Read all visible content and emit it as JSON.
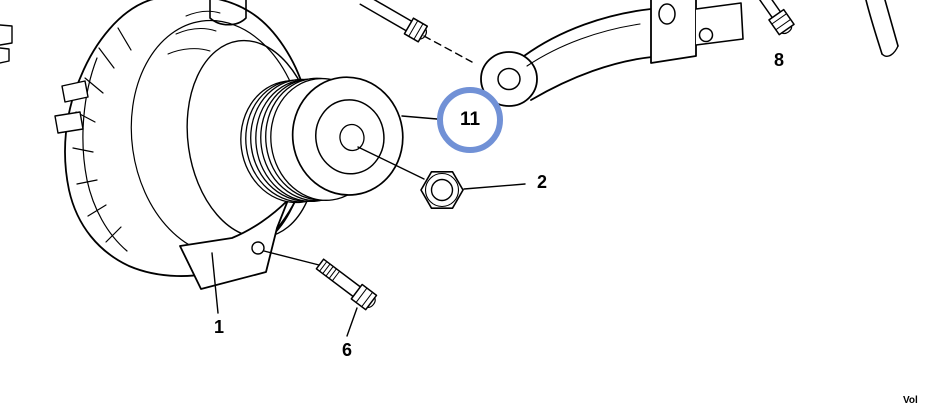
{
  "diagram": {
    "type": "exploded-parts-diagram",
    "background": "#ffffff",
    "line_color": "#000000",
    "highlight_color": "#7191d6",
    "callouts": [
      {
        "label": "1",
        "highlighted": false
      },
      {
        "label": "2",
        "highlighted": false
      },
      {
        "label": "6",
        "highlighted": false
      },
      {
        "label": "8",
        "highlighted": false
      },
      {
        "label": "11",
        "highlighted": true
      }
    ],
    "watermark": "Vol"
  }
}
